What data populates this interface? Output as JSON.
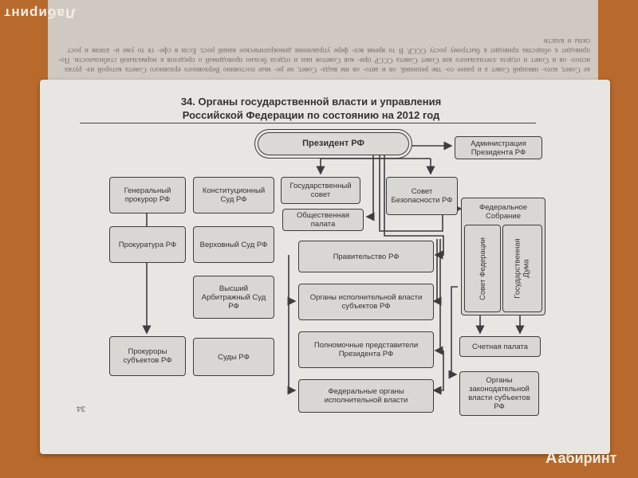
{
  "watermark": {
    "top": "Лабиринт",
    "bottom_icon": "А",
    "bottom": "абиринт"
  },
  "colors": {
    "background": "#b86a2c",
    "page": "#e8e6e2",
    "box": "#d9d7d3",
    "line": "#3d3d3d"
  },
  "top_page_text": "ке Совет, кото- няющий Совет а и ранее со- тве решений. ов и авто- ов им выда- Совет, не ре- мые постоянно Верховного ерховного Совета которой из- ругих испол- ов и Совет и отдела ллегиального вая Совет Совета СССР при- ков Советов ики и отдела бельно проводимой о пределов к нормальной стабильности. По- приводит к общества приводит к быстрому росту СССР. В то время все- фере управления демократическое ваний рост. Если в сфе- тв то уже и- ализм и рост силы и власти",
  "page_number": "34",
  "title": {
    "line1": "34. Органы государственной власти и управления",
    "line2": "Российской Федерации по состоянию на 2012 год"
  },
  "boxes": {
    "president": "Президент РФ",
    "administration": "Администрация Президента РФ",
    "prosecutor_general": "Генеральный прокурор РФ",
    "prosecutors_office": "Прокуратура РФ",
    "regional_prosecutors": "Прокуроры субъектов РФ",
    "constitutional_court": "Конституционный Суд РФ",
    "supreme_court": "Верховный Суд РФ",
    "arbitration_court": "Высший Арбитражный Суд РФ",
    "courts": "Суды РФ",
    "state_council": "Государственный совет",
    "public_chamber": "Общественная палата",
    "security_council": "Совет Безопасности РФ",
    "federal_assembly": "Федеральное Собрание",
    "federation_council": "Совет Федерации",
    "state_duma": "Государственная Дума",
    "accounts_chamber": "Счетная палата",
    "regional_legislatures": "Органы законодательной власти субъектов РФ",
    "government": "Правительство РФ",
    "regional_executive": "Органы исполнительной власти субъектов РФ",
    "plenipotentiaries": "Полномочные представители Президента РФ",
    "federal_executive": "Федеральные органы исполнительной власти"
  }
}
